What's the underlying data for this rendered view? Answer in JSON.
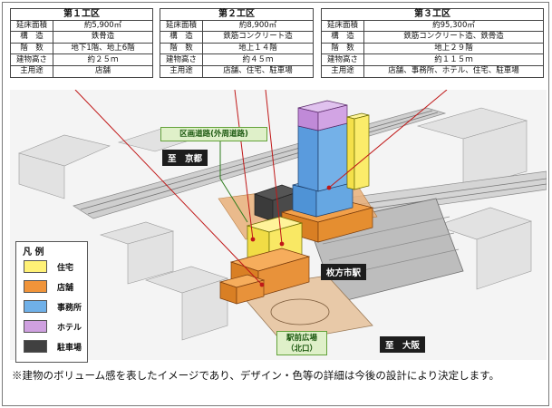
{
  "districts": [
    {
      "title": "第１工区",
      "rows": [
        {
          "key": "延床面積",
          "value": "約5,900㎡"
        },
        {
          "key": "構　造",
          "value": "鉄骨造"
        },
        {
          "key": "階　数",
          "value": "地下1階、地上6階"
        },
        {
          "key": "建物高さ",
          "value": "約２５ｍ"
        },
        {
          "key": "主用途",
          "value": "店舗"
        }
      ]
    },
    {
      "title": "第２工区",
      "rows": [
        {
          "key": "延床面積",
          "value": "約8,900㎡"
        },
        {
          "key": "構　造",
          "value": "鉄筋コンクリート造"
        },
        {
          "key": "階　数",
          "value": "地上１４階"
        },
        {
          "key": "建物高さ",
          "value": "約４５ｍ"
        },
        {
          "key": "主用途",
          "value": "店舗、住宅、駐車場"
        }
      ]
    },
    {
      "title": "第３工区",
      "rows": [
        {
          "key": "延床面積",
          "value": "約95,300㎡"
        },
        {
          "key": "構　造",
          "value": "鉄筋コンクリート造、鉄骨造"
        },
        {
          "key": "階　数",
          "value": "地上２９階"
        },
        {
          "key": "建物高さ",
          "value": "約１１５ｍ"
        },
        {
          "key": "主用途",
          "value": "店舗、事務所、ホテル、住宅、駐車場"
        }
      ]
    }
  ],
  "map": {
    "road_label": "区画道路(外周道路)",
    "to_kyoto": "至　京都",
    "station": "枚方市駅",
    "plaza_line1": "駅前広場",
    "plaza_line2": "（北口）",
    "to_osaka": "至　大阪"
  },
  "legend": {
    "title": "凡 例",
    "items": [
      {
        "label": "住宅",
        "color": "#fff176"
      },
      {
        "label": "店舗",
        "color": "#f0943a"
      },
      {
        "label": "事務所",
        "color": "#6fb0e8"
      },
      {
        "label": "ホテル",
        "color": "#cfa0e0"
      },
      {
        "label": "駐車場",
        "color": "#404040"
      }
    ]
  },
  "note": "※建物のボリューム感を表したイメージであり、デザイン・色等の詳細は今後の設計により決定します。"
}
